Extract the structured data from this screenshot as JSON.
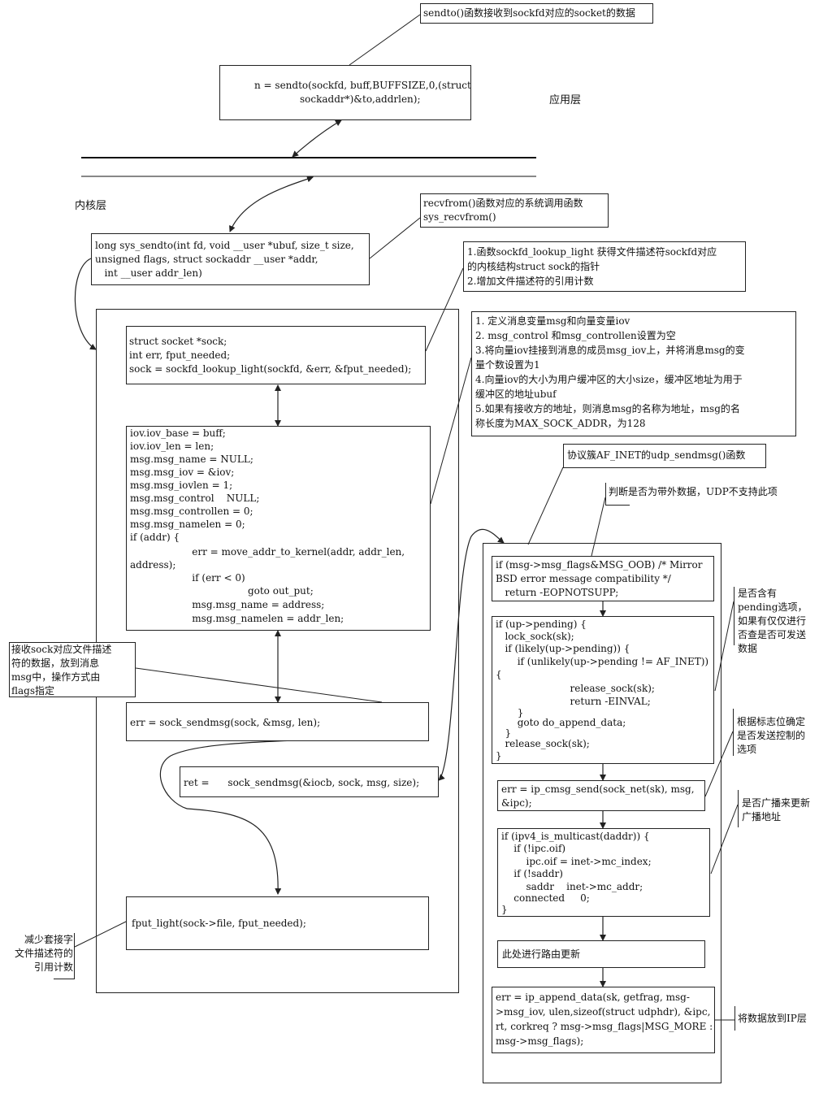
{
  "top_note": "sendto()函数接收到sockfd对应的socket的数据",
  "app_call": [
    "n = sendto(sockfd, buff,BUFFSIZE,0,(struct",
    "sockaddr*)&to,addrlen);"
  ],
  "app_layer_label": "应用层",
  "kernel_layer_label": "内核层",
  "syscall_note": [
    "recvfrom()函数对应的系统调用函数",
    "sys_recvfrom()"
  ],
  "sys_sendto": [
    "long sys_sendto(int fd, void __user *ubuf, size_t size,",
    "unsigned flags, struct sockaddr __user *addr,",
    "   int __user addr_len)"
  ],
  "lookup_note": [
    "1.函数sockfd_lookup_light 获得文件描述符sockfd对应",
    "的内核结构struct sock的指针",
    "2.增加文件描述符的引用计数"
  ],
  "msg_note": [
    "1. 定义消息变量msg和向量变量iov",
    "2. msg_control 和msg_controllen设置为空",
    "3.将向量iov挂接到消息的成员msg_iov上，并将消息msg的变",
    "量个数设置为1",
    "4.向量iov的大小为用户缓冲区的大小size，缓冲区地址为用于",
    "缓冲区的地址ubuf",
    "5.如果有接收方的地址，则消息msg的名称为地址，msg的名",
    "称长度为MAX_SOCK_ADDR，为128"
  ],
  "sock_block": [
    "struct socket *sock;",
    "int err, fput_needed;",
    "sock = sockfd_lookup_light(sockfd, &err, &fput_needed);"
  ],
  "iov_block": [
    "iov.iov_base = buff;",
    "iov.iov_len = len;",
    "msg.msg_name = NULL;",
    "msg.msg_iov = &iov;",
    "msg.msg_iovlen = 1;",
    "msg.msg_control    NULL;",
    "msg.msg_controllen = 0;",
    "msg.msg_namelen = 0;",
    "if (addr) {",
    "                    err = move_addr_to_kernel(addr, addr_len,",
    "address);",
    "                    if (err < 0)",
    "                                      goto out_put;",
    "                    msg.msg_name = address;",
    "                    msg.msg_namelen = addr_len;"
  ],
  "recv_note": [
    "接收sock对应文件描述",
    "符的数据，放到消息",
    "msg中，操作方式由",
    "flags指定"
  ],
  "sock_sendmsg": "err = sock_sendmsg(sock, &msg, len);",
  "ret_call": "ret =      sock_sendmsg(&iocb, sock, msg, size);",
  "fput_block": "fput_light(sock->file, fput_needed);",
  "decrease_note": [
    "减少套接字",
    "文件描述符的",
    "引用计数"
  ],
  "udp_note": "协议簇AF_INET的udp_sendmsg()函数",
  "oob_note": "判断是否为带外数据，UDP不支持此项",
  "oob_block": [
    "if (msg->msg_flags&MSG_OOB) /* Mirror",
    "BSD error message compatibility */",
    "   return -EOPNOTSUPP;"
  ],
  "pending_block": [
    "if (up->pending) {",
    "   lock_sock(sk);",
    "   if (likely(up->pending)) {",
    "       if (unlikely(up->pending != AF_INET))",
    "{",
    "                        release_sock(sk);",
    "                        return -EINVAL;",
    "       }",
    "       goto do_append_data;",
    "   }",
    "   release_sock(sk);",
    "}"
  ],
  "pending_note": [
    "是否含有",
    "pending选项，",
    "如果有仅仅进行",
    "否查是否可发送",
    "数据"
  ],
  "cmsg_block": [
    "err = ip_cmsg_send(sock_net(sk), msg,",
    "&ipc);"
  ],
  "flag_note": [
    "根据标志位确定",
    "是否发送控制的",
    "选项"
  ],
  "mcast_block": [
    "if (ipv4_is_multicast(daddr)) {",
    "    if (!ipc.oif)",
    "        ipc.oif = inet->mc_index;",
    "    if (!saddr)",
    "        saddr    inet->mc_addr;",
    "    connected     0;",
    "}"
  ],
  "bcast_note": [
    "是否广播来更新",
    "广播地址"
  ],
  "route_block": "此处进行路由更新",
  "append_block": [
    "err = ip_append_data(sk, getfrag, msg-",
    ">msg_iov, ulen,sizeof(struct udphdr), &ipc,",
    "rt, corkreq ? msg->msg_flags|MSG_MORE :",
    "msg->msg_flags);"
  ],
  "ip_note": "将数据放到IP层"
}
